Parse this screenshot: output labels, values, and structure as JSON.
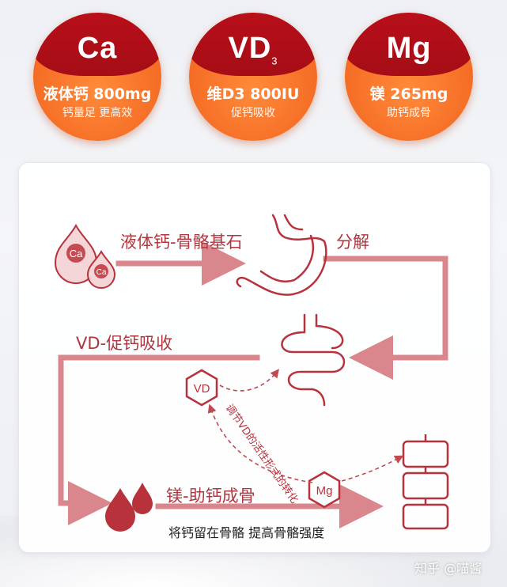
{
  "badges": [
    {
      "symbol": "Ca",
      "sub": "",
      "dose": "液体钙 800mg",
      "note": "钙量足 更高效"
    },
    {
      "symbol": "VD",
      "sub": "3",
      "dose": "维D3 800IU",
      "note": "促钙吸收"
    },
    {
      "symbol": "Mg",
      "sub": "",
      "dose": "镁 265mg",
      "note": "助钙成骨"
    }
  ],
  "diagram": {
    "liquid_ca": "液体钙-骨骼基石",
    "decompose": "分解",
    "vd_promote": "VD-促钙吸收",
    "regulate": "调节VD的活性形式的转化",
    "mg_help": "镁-助钙成骨",
    "bottom_note": "将钙留在骨骼 提高骨骼强度",
    "drop_ca": "Ca",
    "hex_vd": "VD",
    "hex_mg": "Mg"
  },
  "watermark": "知乎 @喵酱",
  "colors": {
    "brand_orange": "#f46a23",
    "cap_red": "#b80f1a",
    "line": "#d9878c",
    "text_red": "#b0363f"
  }
}
